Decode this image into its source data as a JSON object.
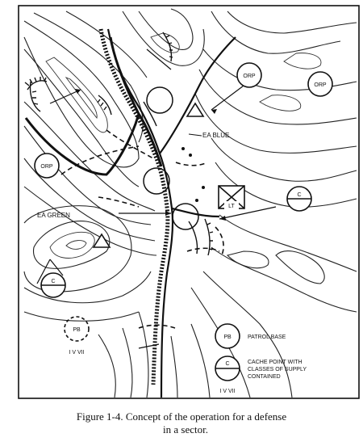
{
  "labels": {
    "orp_1": "ORP",
    "orp_2": "ORP",
    "orp_3": "ORP",
    "ea_blue": "EA BLUE",
    "ea_green": "EA GREEN",
    "lt_box": "LT",
    "cache_1": "C",
    "cache_2": "C",
    "patrol_map": "PB",
    "patrol_map_classes": "I  V  VII"
  },
  "legend": {
    "patrol_base_symbol": "PB",
    "patrol_base_label": "PATROL BASE",
    "cache_symbol": "C",
    "cache_label_line1": "CACHE POINT WITH",
    "cache_label_line2": "CLASSES OF SUPPLY",
    "cache_label_line3": "CONTAINED",
    "cache_classes": "I  V  VII"
  },
  "caption": {
    "line1": "Figure 1-4. Concept of the operation for a defense",
    "line2": "in a sector."
  },
  "colors": {
    "ink": "#111111",
    "paper": "#ffffff"
  }
}
